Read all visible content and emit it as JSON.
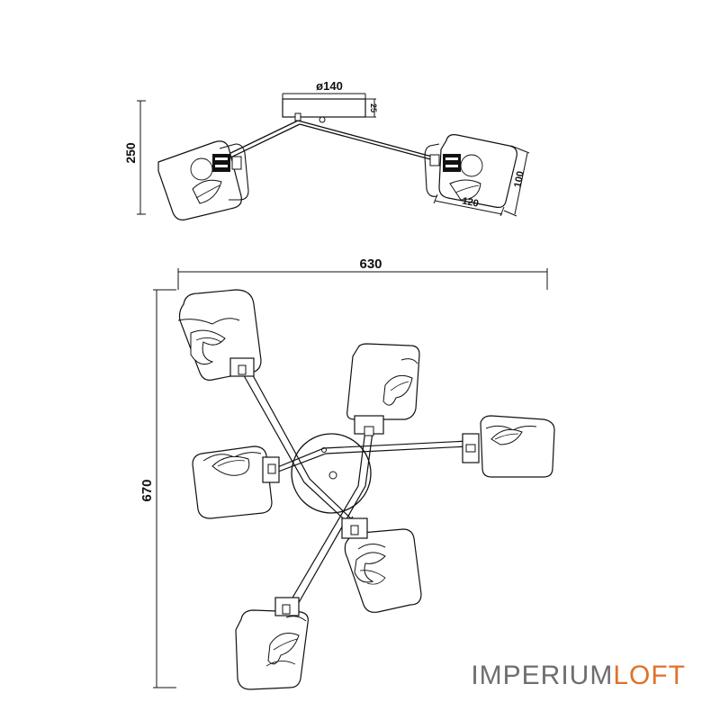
{
  "dimensions": {
    "canopy_diameter": "ø140",
    "canopy_height": "25",
    "side_height": "250",
    "shade_height": "100",
    "shade_width": "120",
    "total_width": "630",
    "total_height": "670"
  },
  "brand": {
    "part1": "IMPERIUM",
    "part2": "LOFT"
  },
  "colors": {
    "line": "#111111",
    "brand_gray": "#6e6e6e",
    "brand_orange": "#e0712b"
  }
}
